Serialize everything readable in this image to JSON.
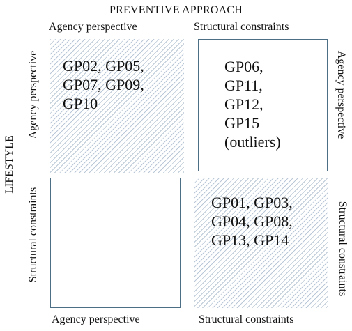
{
  "top_title": "PREVENTIVE APPROACH",
  "left_title": "LIFESTYLE",
  "top_columns": [
    "Agency perspective",
    "Structural constraints"
  ],
  "bottom_columns": [
    "Agency perspective",
    "Structural constraints"
  ],
  "left_rows": [
    "Agency perspective",
    "Structural constraints"
  ],
  "right_rows": [
    "Agency perspective",
    "Structural constraints"
  ],
  "cells": {
    "top_left": "GP02, GP05,\nGP07, GP09,\nGP10",
    "top_right": "GP06,\nGP11,\nGP12,\nGP15\n(outliers)",
    "bottom_left": "",
    "bottom_right": "GP01, GP03,\nGP04, GP08,\nGP13, GP14"
  }
}
